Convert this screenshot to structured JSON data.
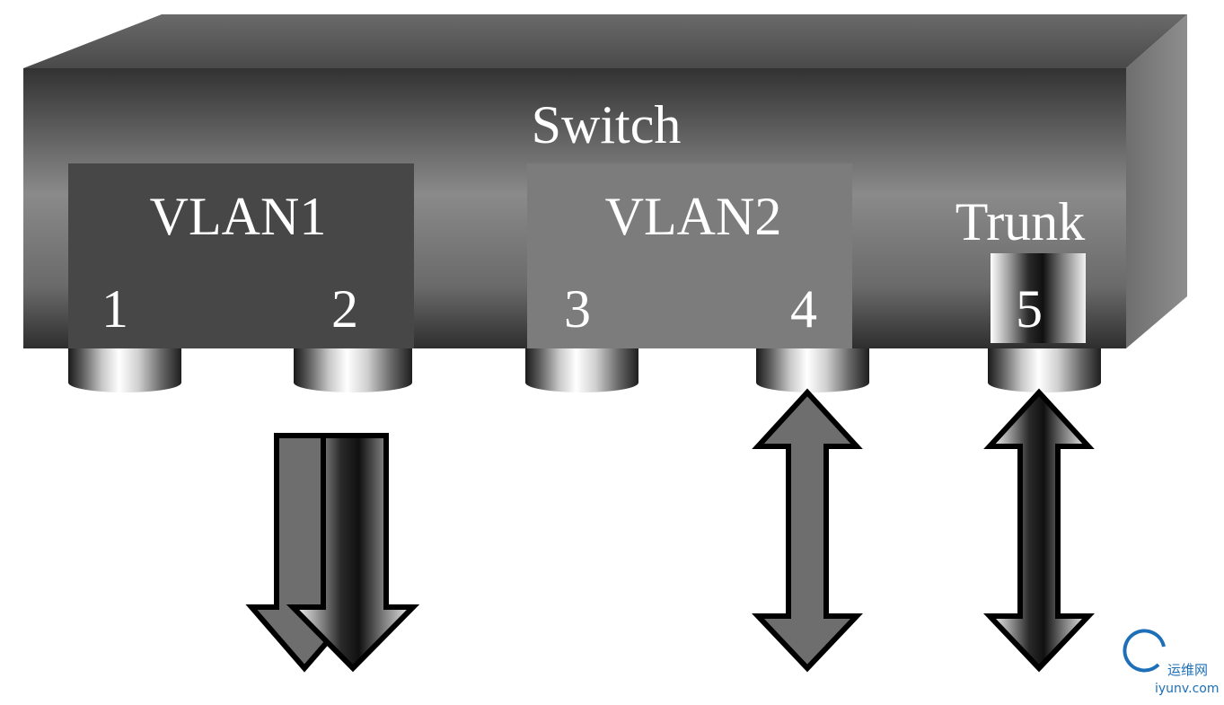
{
  "switch": {
    "label": "Switch"
  },
  "vlan1": {
    "label": "VLAN1",
    "ports": [
      "1",
      "2"
    ]
  },
  "vlan2": {
    "label": "VLAN2",
    "ports": [
      "3",
      "4"
    ]
  },
  "trunk": {
    "label": "Trunk",
    "port": "5"
  },
  "watermark": {
    "line1": "运维网",
    "line2": "iyunv.com"
  },
  "colors": {
    "chassis_dark": "#3a3a3a",
    "chassis_mid": "#8a8a8a",
    "vlan1_box": "#474747",
    "vlan2_box": "#7c7c7c",
    "arrow_fill": "#6e6e6e",
    "watermark": "#1d6fb8"
  }
}
